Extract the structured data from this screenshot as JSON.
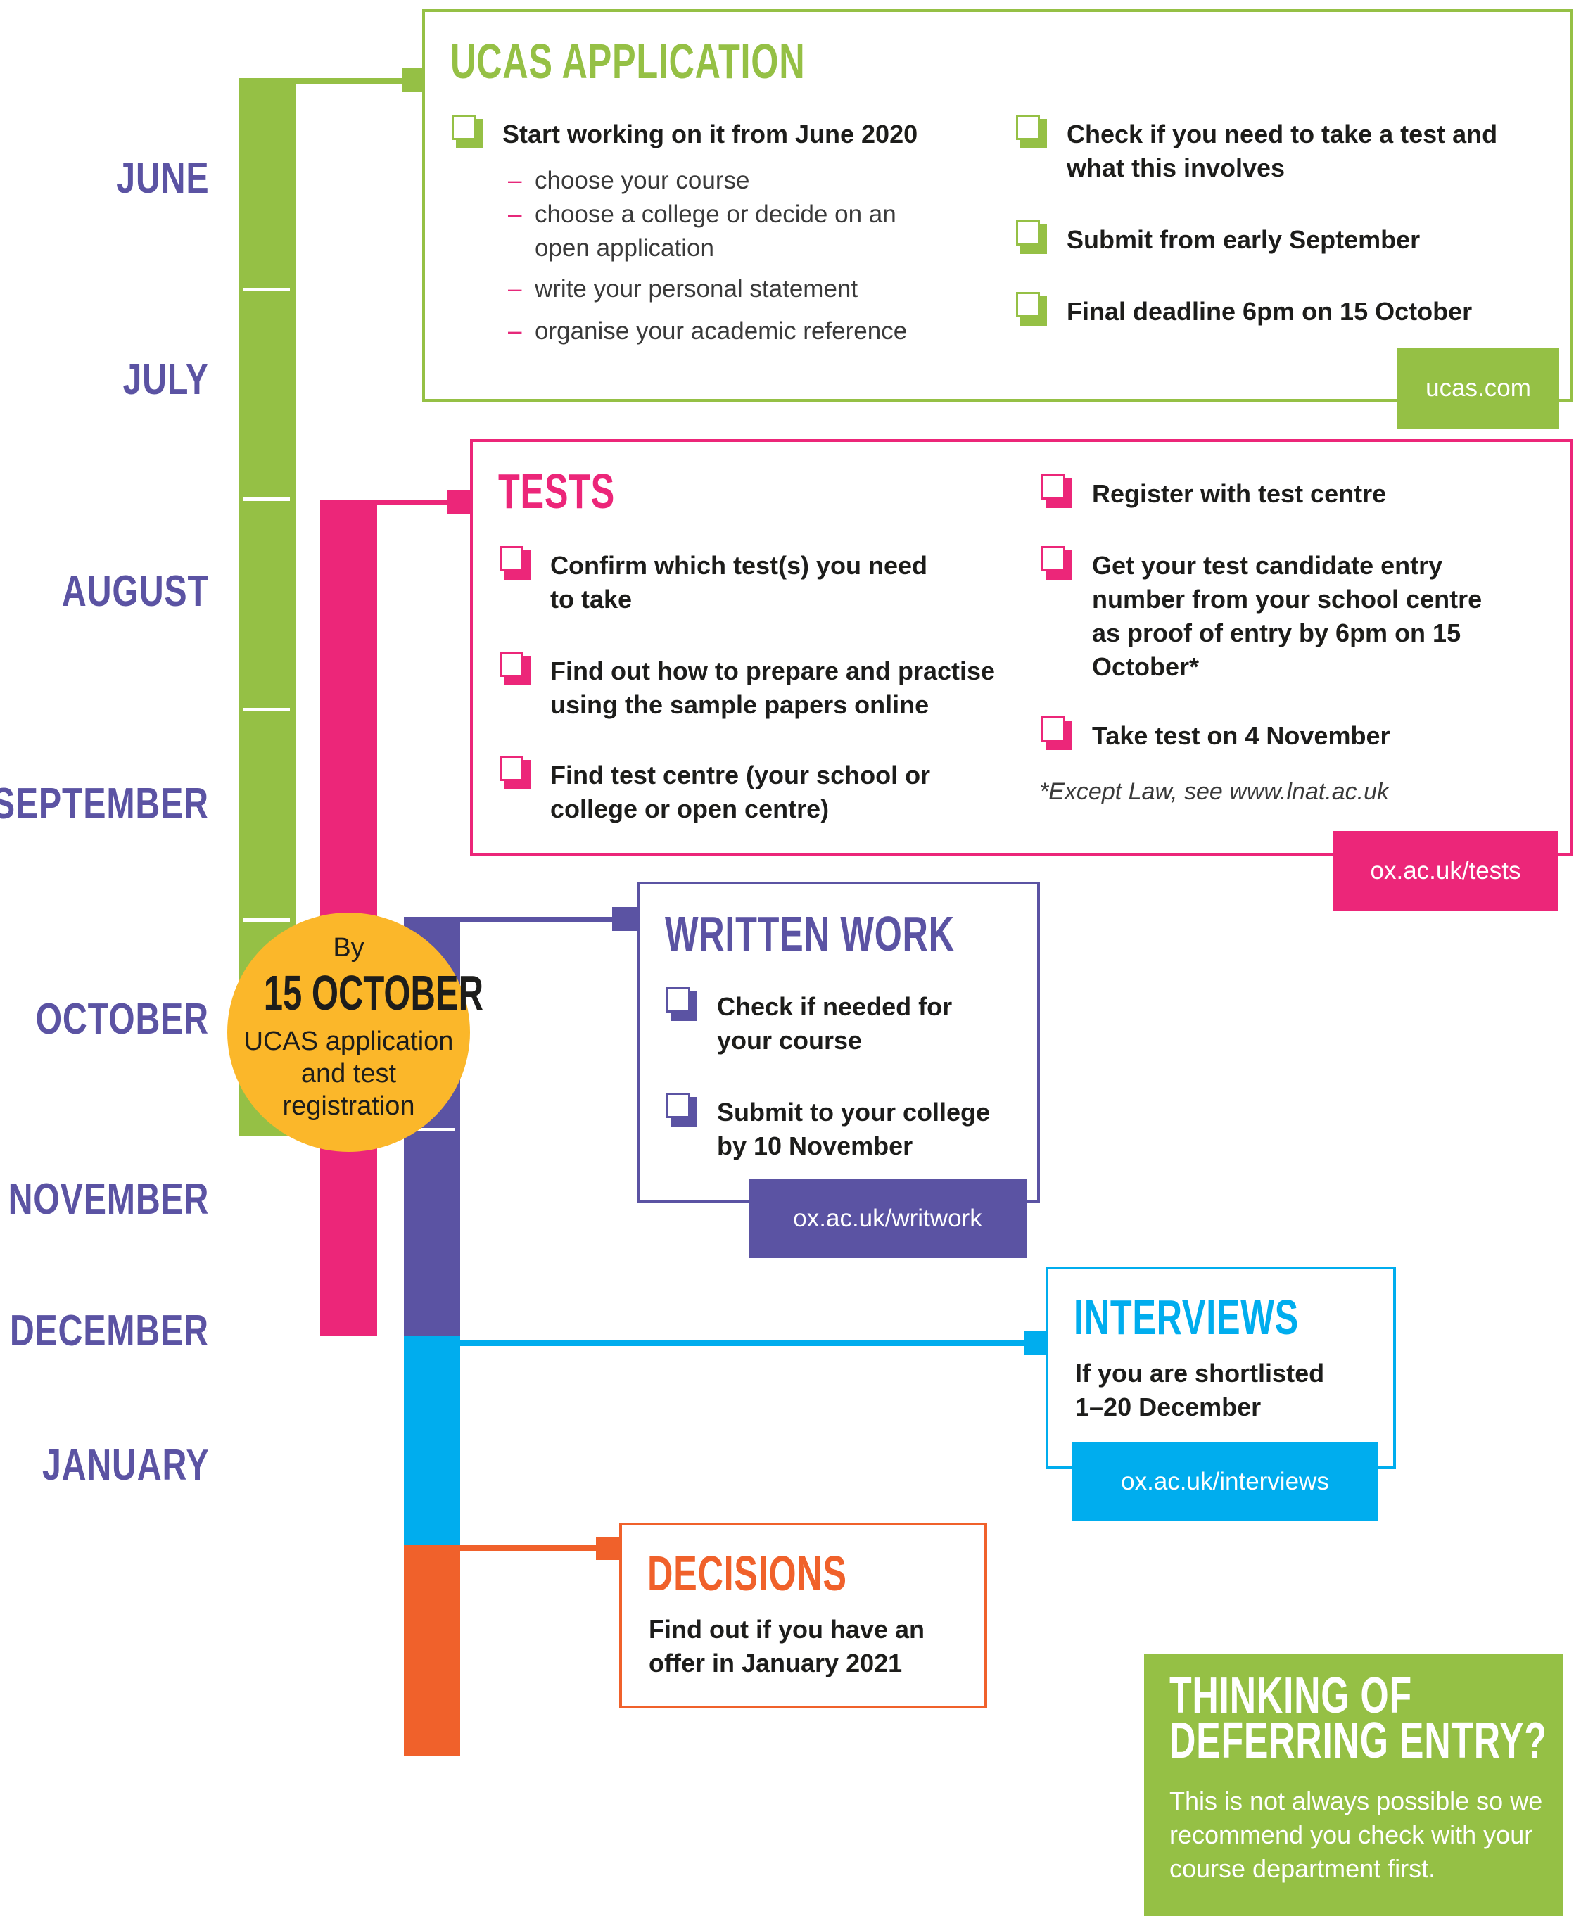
{
  "colors": {
    "green": "#95c045",
    "pink": "#ec2679",
    "purple": "#5b53a3",
    "blue": "#00adee",
    "orange": "#f0612b",
    "yellow": "#fbb72a",
    "text": "#1d1d1b"
  },
  "timeline": {
    "months": [
      "JUNE",
      "JULY",
      "AUGUST",
      "SEPTEMBER",
      "OCTOBER",
      "NOVEMBER",
      "DECEMBER",
      "JANUARY"
    ]
  },
  "deadline_badge": {
    "line1": "By",
    "date": "15 OCTOBER",
    "line3": "UCAS application",
    "line4": "and test",
    "line5": "registration"
  },
  "ucas": {
    "title": "UCAS APPLICATION",
    "items_left": [
      {
        "label": "Start working on it from June 2020",
        "icon": "checkbox-icon"
      }
    ],
    "sub_items": [
      "choose your course",
      "choose a college or decide on an open application",
      "write your personal statement",
      "organise your academic reference"
    ],
    "sub_lines": [
      "choose your course",
      "choose a college or decide on an",
      "open application",
      "write your personal statement",
      "organise your academic reference"
    ],
    "items_right": [
      {
        "line1": "Check if you need to take a test and",
        "line2": "what this involves",
        "icon": "checkbox-icon"
      },
      {
        "line1": "Submit from early September",
        "icon": "checkbox-icon"
      },
      {
        "line1": "Final deadline 6pm on 15 October",
        "icon": "checkbox-icon"
      }
    ],
    "link": "ucas.com"
  },
  "tests": {
    "title": "TESTS",
    "items_left": [
      {
        "line1": "Confirm which test(s) you need",
        "line2": "to take"
      },
      {
        "line1": "Find out how to prepare and practise",
        "line2": "using the sample papers online"
      },
      {
        "line1": "Find test centre (your school or",
        "line2": "college or open centre)"
      }
    ],
    "items_right": [
      {
        "line1": "Register with test centre"
      },
      {
        "line1": "Get your test candidate entry",
        "line2": "number from your school centre",
        "line3": "as proof of entry by 6pm on 15",
        "line4": "October*"
      },
      {
        "line1": "Take test on 4 November"
      }
    ],
    "footnote": "*Except Law, see www.lnat.ac.uk",
    "link": "ox.ac.uk/tests"
  },
  "written_work": {
    "title": "WRITTEN WORK",
    "items": [
      {
        "line1": "Check if needed for",
        "line2": "your course"
      },
      {
        "line1": "Submit to your college",
        "line2": "by 10 November"
      }
    ],
    "link": "ox.ac.uk/writwork"
  },
  "interviews": {
    "title": "INTERVIEWS",
    "line1": "If you are shortlisted",
    "line2": "1–20 December",
    "link": "ox.ac.uk/interviews"
  },
  "decisions": {
    "title": "DECISIONS",
    "line1": "Find out if you have an",
    "line2": "offer in January 2021"
  },
  "deferral": {
    "title_line1": "THINKING OF",
    "title_line2": "DEFERRING ENTRY?",
    "body_line1": "This is not always possible so we",
    "body_line2": "recommend you check with your",
    "body_line3": "course department first."
  }
}
